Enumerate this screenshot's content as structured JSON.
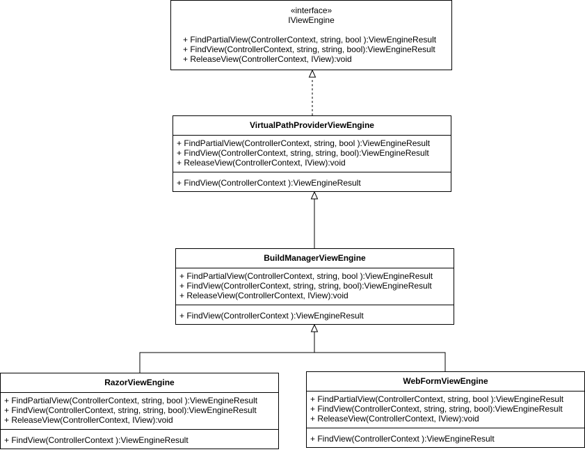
{
  "interface": {
    "stereotype": "«interface»",
    "name": "IViewEngine",
    "methods": [
      "+ FindPartialView(ControllerContext, string, bool ):ViewEngineResult",
      "+ FindView(ControllerContext, string, string, bool):ViewEngineResult",
      "+ ReleaseView(ControllerContext, IView):void"
    ]
  },
  "classes": [
    {
      "name": "VirtualPathProviderViewEngine",
      "methods": [
        "+ FindPartialView(ControllerContext, string, bool ):ViewEngineResult",
        "+ FindView(ControllerContext, string, string, bool):ViewEngineResult",
        "+ ReleaseView(ControllerContext, IView):void"
      ],
      "extra": "+ FindView(ControllerContext ):ViewEngineResult"
    },
    {
      "name": "BuildManagerViewEngine",
      "methods": [
        "+ FindPartialView(ControllerContext, string, bool ):ViewEngineResult",
        "+ FindView(ControllerContext, string, string, bool):ViewEngineResult",
        "+ ReleaseView(ControllerContext, IView):void"
      ],
      "extra": "+ FindView(ControllerContext ):ViewEngineResult"
    },
    {
      "name": "RazorViewEngine",
      "methods": [
        "+ FindPartialView(ControllerContext, string, bool ):ViewEngineResult",
        "+ FindView(ControllerContext, string, string, bool):ViewEngineResult",
        "+ ReleaseView(ControllerContext, IView):void"
      ],
      "extra": "+ FindView(ControllerContext ):ViewEngineResult"
    },
    {
      "name": "WebFormViewEngine",
      "methods": [
        "+ FindPartialView(ControllerContext, string, bool ):ViewEngineResult",
        "+ FindView(ControllerContext, string, string, bool):ViewEngineResult",
        "+ ReleaseView(ControllerContext, IView):void"
      ],
      "extra": "+ FindView(ControllerContext ):ViewEngineResult"
    }
  ]
}
